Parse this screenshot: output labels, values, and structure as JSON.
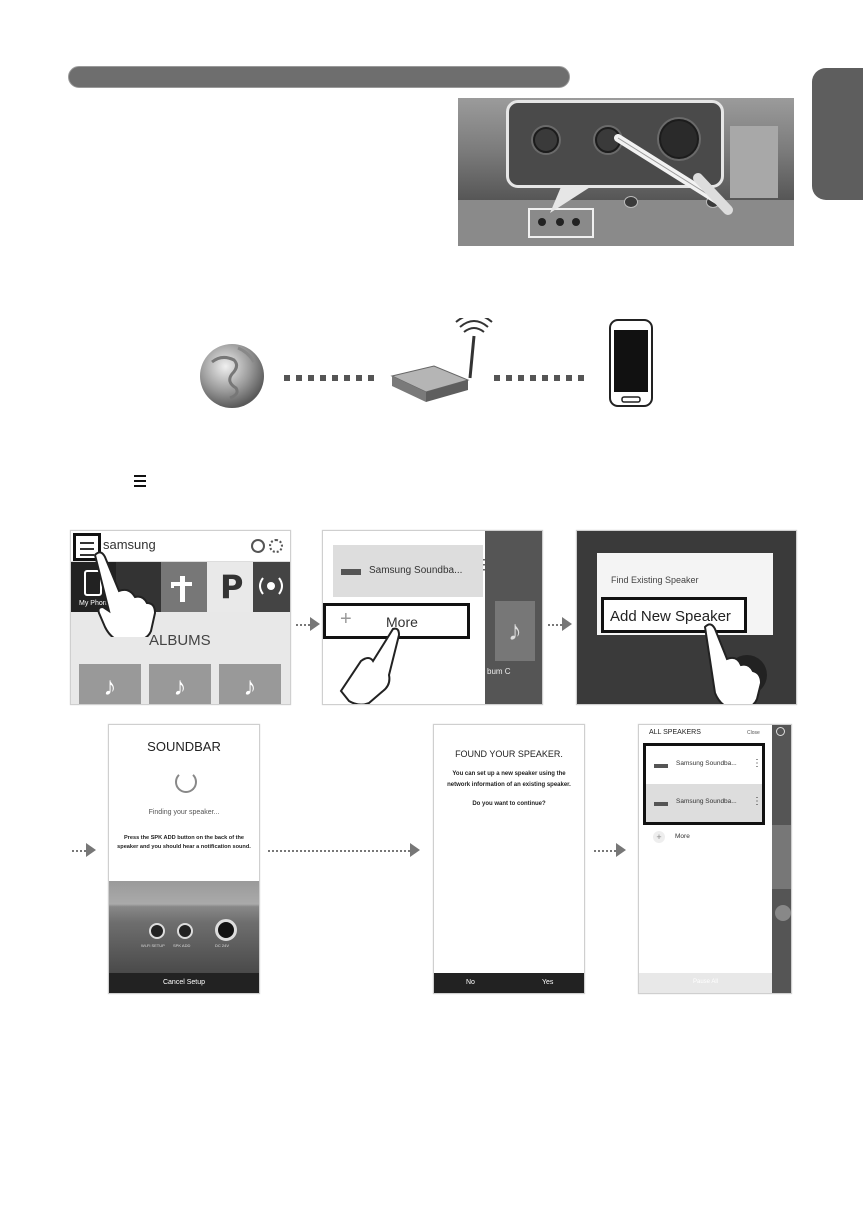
{
  "step1": {},
  "step3": {
    "menu_icon": "hamburger-menu-icon"
  },
  "screen1": {
    "title": "samsung",
    "tile_label": "My Phone",
    "albums_heading": "ALBUMS",
    "pandora_letter": "P"
  },
  "screen2": {
    "speaker_name": "Samsung Soundba...",
    "more_label": "More",
    "album_caption": "bum C"
  },
  "screen3": {
    "find_existing": "Find Existing Speaker",
    "add_new": "Add New Speaker"
  },
  "screen4": {
    "title": "SOUNDBAR",
    "finding": "Finding your speaker...",
    "instruction_line1": "Press the SPK ADD button on the back of the",
    "instruction_line2": "speaker and you should hear a notification sound.",
    "port_labels": [
      "Wi-Fi SETUP",
      "SPK ADD",
      "DC 24V"
    ],
    "cancel": "Cancel Setup"
  },
  "screen5": {
    "title": "FOUND YOUR SPEAKER.",
    "line1": "You can set up a new speaker using the",
    "line2": "network information of an existing speaker.",
    "line3": "Do you want to continue?",
    "no": "No",
    "yes": "Yes"
  },
  "screen6": {
    "header": "ALL SPEAKERS",
    "close": "Close",
    "speaker1": "Samsung Soundba...",
    "speaker2": "Samsung Soundba...",
    "more": "More",
    "footer": "Pause All"
  }
}
